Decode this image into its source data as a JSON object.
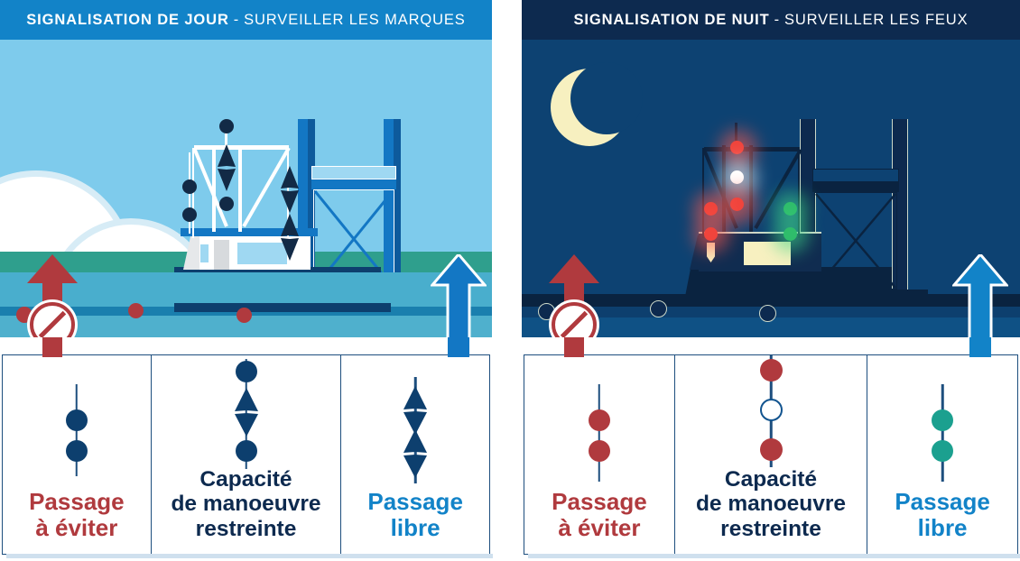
{
  "panels": [
    {
      "id": "day",
      "header": {
        "strong": "SIGNALISATION DE JOUR",
        "separator": "-",
        "light": "SURVEILLER LES MARQUES",
        "background": "#1283c8"
      },
      "scene": {
        "name": "day-harbour-scene",
        "sky_color": "#7ecbec",
        "water_color": "#4fb0cd",
        "grass_color": "#2f9f8d",
        "vessel": "tugboat-with-day-shapes",
        "bridge": "vertical-lift-bridge",
        "buoys": 3,
        "buoy_color": "#b03a3e",
        "mast_signals": [
          {
            "position": "left",
            "shapes": [
              "ball",
              "ball"
            ],
            "meaning": "passage-a-eviter"
          },
          {
            "position": "center",
            "shapes": [
              "ball",
              "diamond",
              "ball"
            ],
            "meaning": "capacite-de-manoeuvre-restreinte"
          },
          {
            "position": "right",
            "shapes": [
              "diamond",
              "diamond"
            ],
            "meaning": "passage-libre"
          }
        ]
      },
      "arrows": [
        {
          "name": "forbidden-passage-arrow",
          "direction": "up",
          "color": "#b03a3e",
          "sign": "no-entry"
        },
        {
          "name": "free-passage-arrow",
          "direction": "up",
          "color": "#1377c4",
          "sign": "none"
        }
      ],
      "legend": [
        {
          "label_lines": [
            "Passage",
            "à éviter"
          ],
          "label_color": "#b03a3e",
          "symbol": {
            "type": "shapes",
            "items": [
              "ball",
              "ball"
            ],
            "color": "#0d3f6e"
          }
        },
        {
          "label_lines": [
            "Capacité",
            "de manoeuvre",
            "restreinte"
          ],
          "label_color": "#0d2a4f",
          "symbol": {
            "type": "shapes",
            "items": [
              "ball",
              "diamond",
              "ball"
            ],
            "color": "#0d3f6e"
          }
        },
        {
          "label_lines": [
            "Passage",
            "libre"
          ],
          "label_color": "#1283c8",
          "symbol": {
            "type": "shapes",
            "items": [
              "diamond",
              "diamond"
            ],
            "color": "#0d3f6e"
          }
        }
      ]
    },
    {
      "id": "night",
      "header": {
        "strong": "SIGNALISATION DE NUIT",
        "separator": "-",
        "light": "SURVEILLER LES FEUX",
        "background": "#0d2a4f"
      },
      "scene": {
        "name": "night-harbour-scene",
        "sky_color": "#0d4272",
        "water_color": "#0f5185",
        "moon": "crescent-moon",
        "moon_color": "#f7f0c0",
        "vessel": "tugboat-with-night-lights",
        "bridge": "vertical-lift-bridge",
        "buoys": 3,
        "buoy_color": "#0d2a4f",
        "mast_signals": [
          {
            "position": "left",
            "lights": [
              "red",
              "red"
            ],
            "meaning": "passage-a-eviter"
          },
          {
            "position": "center",
            "lights": [
              "red",
              "white",
              "red"
            ],
            "meaning": "capacite-de-manoeuvre-restreinte"
          },
          {
            "position": "right",
            "lights": [
              "green",
              "green"
            ],
            "meaning": "passage-libre"
          }
        ]
      },
      "arrows": [
        {
          "name": "forbidden-passage-arrow",
          "direction": "up",
          "color": "#b03a3e",
          "sign": "no-entry"
        },
        {
          "name": "free-passage-arrow",
          "direction": "up",
          "color": "#1283c8",
          "sign": "none"
        }
      ],
      "legend": [
        {
          "label_lines": [
            "Passage",
            "à éviter"
          ],
          "label_color": "#b03a3e",
          "symbol": {
            "type": "lights",
            "items": [
              "red",
              "red"
            ],
            "color": "#b03a3e"
          }
        },
        {
          "label_lines": [
            "Capacité",
            "de manoeuvre",
            "restreinte"
          ],
          "label_color": "#0d2a4f",
          "symbol": {
            "type": "lights",
            "items": [
              "red",
              "white",
              "red"
            ],
            "color": "#b03a3e"
          }
        },
        {
          "label_lines": [
            "Passage",
            "libre"
          ],
          "label_color": "#1283c8",
          "symbol": {
            "type": "lights",
            "items": [
              "green",
              "green"
            ],
            "color": "#1ba08f"
          }
        }
      ]
    }
  ],
  "colors": {
    "red": "#b03a3e",
    "blue": "#1283c8",
    "navy": "#0d2a4f",
    "deep_navy": "#0d3f6e",
    "green": "#1ba08f",
    "white": "#ffffff"
  }
}
